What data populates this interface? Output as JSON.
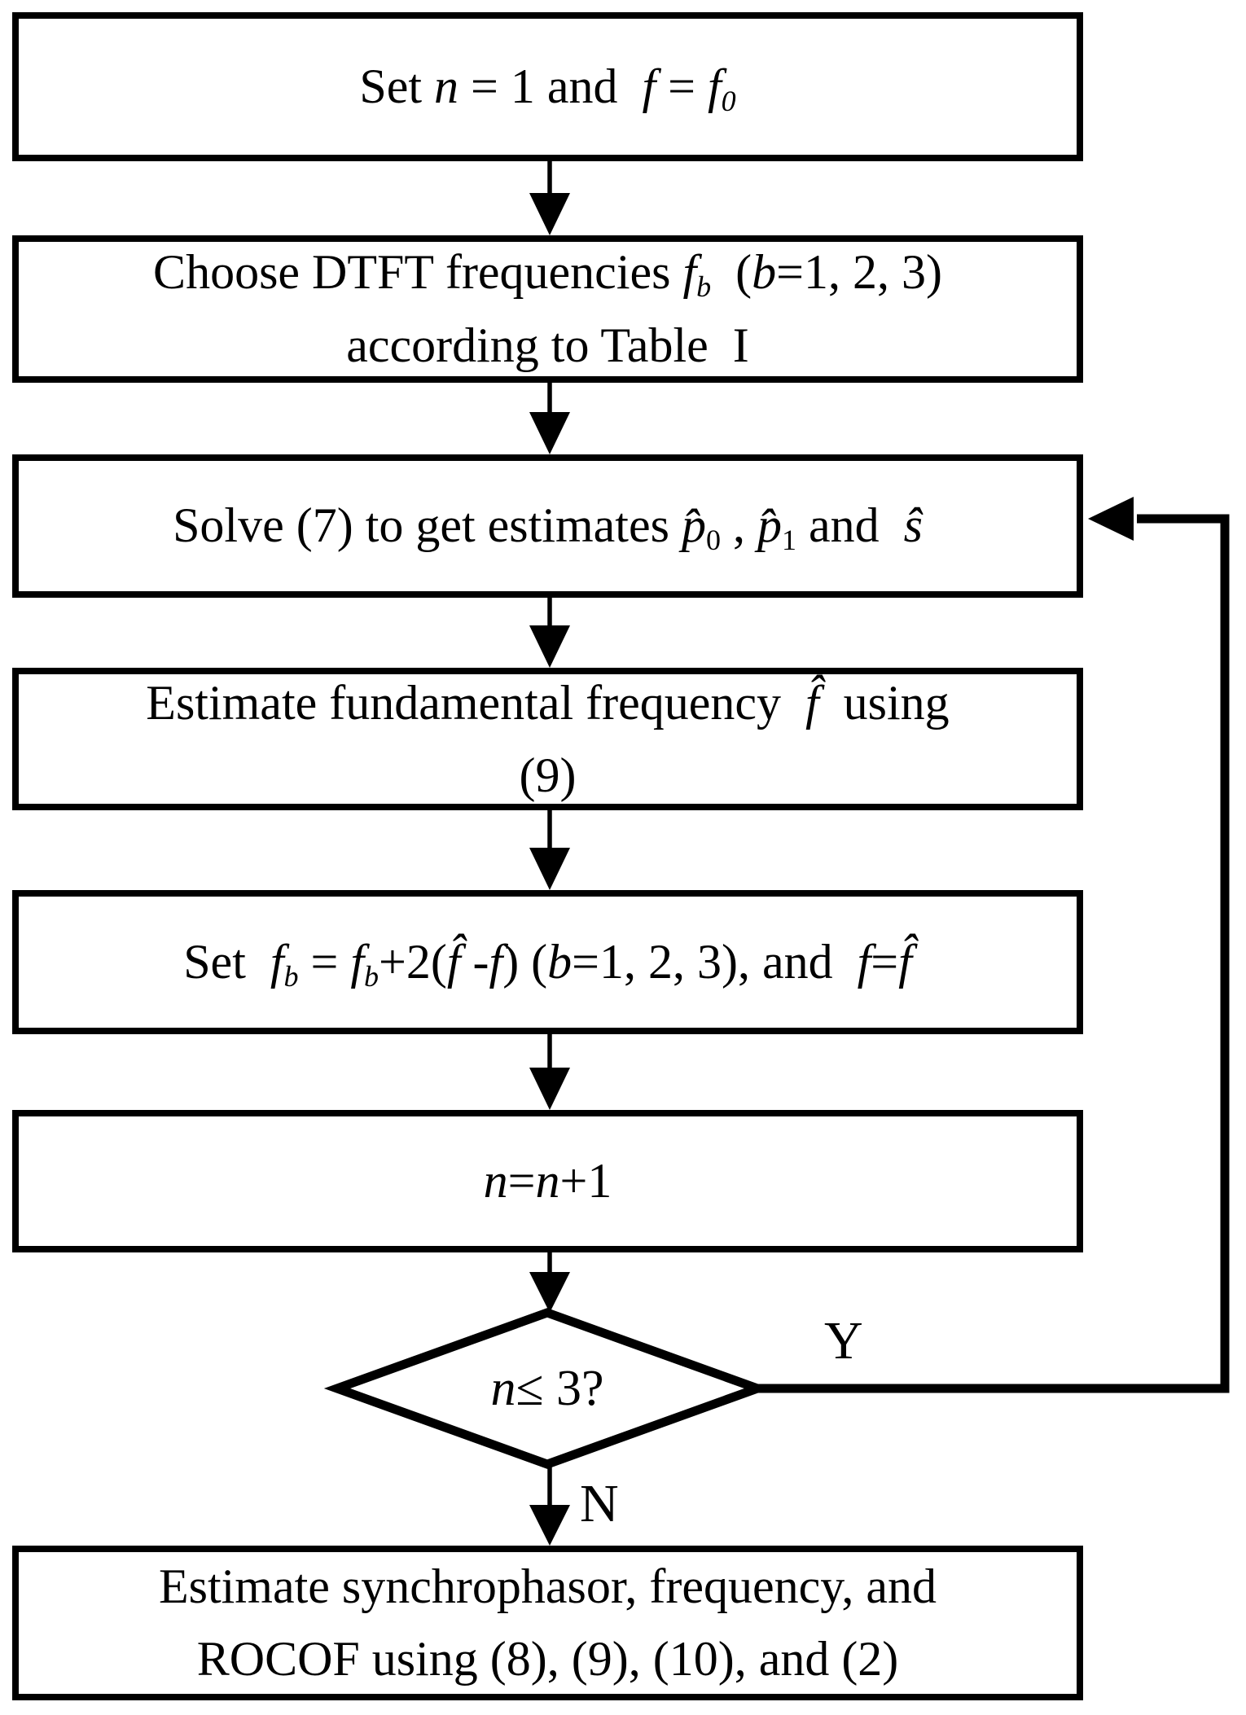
{
  "diagram": {
    "background": "#ffffff",
    "line_color": "#000000",
    "labels": {
      "yes": "Y",
      "no": "N"
    },
    "boxes": [
      {
        "id": "init",
        "lines": [
          [
            {
              "t": "Set ",
              "c": "r"
            },
            {
              "t": "n",
              "c": "i"
            },
            {
              "t": " = 1 and  ",
              "c": "r"
            },
            {
              "t": "f",
              "c": "i"
            },
            {
              "t": " = ",
              "c": "r"
            },
            {
              "t": "f",
              "c": "i"
            },
            {
              "t": "0",
              "c": "is"
            }
          ]
        ]
      },
      {
        "id": "choose",
        "lines": [
          [
            {
              "t": "Choose DTFT frequencies ",
              "c": "r"
            },
            {
              "t": "f",
              "c": "i"
            },
            {
              "t": "b",
              "c": "is"
            },
            {
              "t": "  (",
              "c": "r"
            },
            {
              "t": "b",
              "c": "i"
            },
            {
              "t": "=1, 2, 3)",
              "c": "r"
            }
          ],
          [
            {
              "t": "according to Table  I",
              "c": "r"
            }
          ]
        ]
      },
      {
        "id": "solve",
        "lines": [
          [
            {
              "t": "Solve (7) to get estimates ",
              "c": "r"
            },
            {
              "t": "p̂",
              "c": "i"
            },
            {
              "t": "0",
              "c": "s"
            },
            {
              "t": " , ",
              "c": "r"
            },
            {
              "t": "p̂",
              "c": "i"
            },
            {
              "t": "1",
              "c": "s"
            },
            {
              "t": " and  ",
              "c": "r"
            },
            {
              "t": "ŝ",
              "c": "i"
            }
          ]
        ]
      },
      {
        "id": "estimate-frequency",
        "lines": [
          [
            {
              "t": "Estimate fundamental frequency  ",
              "c": "r"
            },
            {
              "t": "f̂",
              "c": "i"
            },
            {
              "t": "  using",
              "c": "r"
            }
          ],
          [
            {
              "t": "(9)",
              "c": "r"
            }
          ]
        ]
      },
      {
        "id": "update",
        "lines": [
          [
            {
              "t": "Set  ",
              "c": "r"
            },
            {
              "t": "f",
              "c": "i"
            },
            {
              "t": "b",
              "c": "is"
            },
            {
              "t": " = ",
              "c": "r"
            },
            {
              "t": "f",
              "c": "i"
            },
            {
              "t": "b",
              "c": "is"
            },
            {
              "t": "+2(",
              "c": "r"
            },
            {
              "t": "f̂",
              "c": "i"
            },
            {
              "t": " -",
              "c": "r"
            },
            {
              "t": "f",
              "c": "i"
            },
            {
              "t": ") (",
              "c": "r"
            },
            {
              "t": "b",
              "c": "i"
            },
            {
              "t": "=1, 2, 3), and  ",
              "c": "r"
            },
            {
              "t": "f",
              "c": "i"
            },
            {
              "t": "=",
              "c": "r"
            },
            {
              "t": "f̂",
              "c": "i"
            }
          ]
        ]
      },
      {
        "id": "increment",
        "lines": [
          [
            {
              "t": "n",
              "c": "i"
            },
            {
              "t": "=",
              "c": "r"
            },
            {
              "t": "n",
              "c": "i"
            },
            {
              "t": "+1",
              "c": "r"
            }
          ]
        ]
      },
      {
        "id": "final",
        "lines": [
          [
            {
              "t": "Estimate synchrophasor, frequency, and",
              "c": "r"
            }
          ],
          [
            {
              "t": "ROCOF using (8), (9), (10), and (2)",
              "c": "r"
            }
          ]
        ]
      }
    ],
    "decision": {
      "id": "loop-check",
      "lines": [
        [
          {
            "t": "n",
            "c": "i"
          },
          {
            "t": "≤ 3?",
            "c": "r"
          }
        ]
      ]
    }
  }
}
